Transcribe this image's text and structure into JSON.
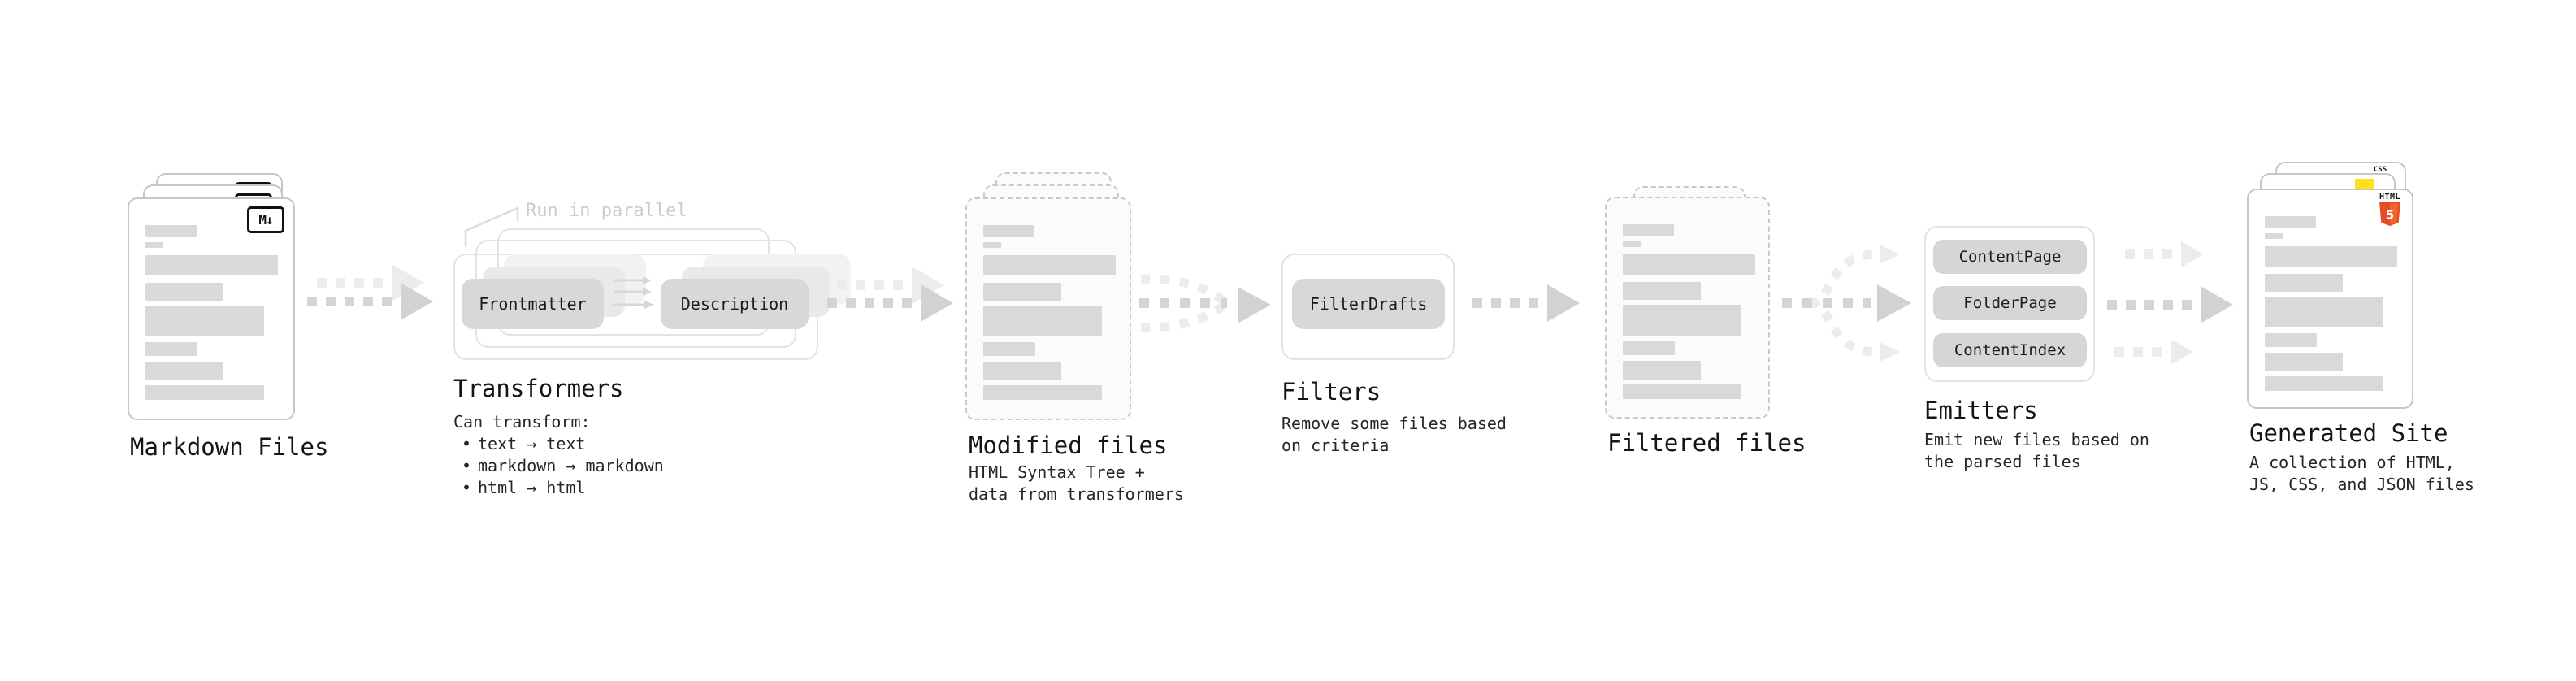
{
  "sections": {
    "markdown_files": {
      "label": "Markdown Files",
      "badge": "M↓"
    },
    "transformers": {
      "label": "Transformers",
      "annotation": "Run in parallel",
      "pill_left": "Frontmatter",
      "pill_right": "Description",
      "desc_title": "Can transform:",
      "bullets": [
        "text → text",
        "markdown → markdown",
        "html → html"
      ]
    },
    "modified_files": {
      "label": "Modified files",
      "desc": [
        "HTML Syntax Tree +",
        "data from transformers"
      ]
    },
    "filters": {
      "label": "Filters",
      "pill": "FilterDrafts",
      "desc": [
        "Remove some files based",
        "on criteria"
      ]
    },
    "filtered_files": {
      "label": "Filtered files"
    },
    "emitters": {
      "label": "Emitters",
      "pills": [
        "ContentPage",
        "FolderPage",
        "ContentIndex"
      ],
      "desc": [
        "Emit new files based on",
        "the parsed files"
      ]
    },
    "generated_site": {
      "label": "Generated Site",
      "desc": [
        "A collection of HTML,",
        "JS, CSS, and JSON files"
      ],
      "badge_css": "CSS",
      "badge_html_text": "HTML",
      "badge_html_number": "5"
    }
  },
  "colors": {
    "html5_orange": "#e44d26",
    "html5_orange_light": "#f16529",
    "js_yellow": "#ffdf1e",
    "css_blue": "#2f6df2",
    "placeholder_bar": "#d9d9d9",
    "dash_dark": "#d4d4d4",
    "dash_light": "#ececec"
  }
}
